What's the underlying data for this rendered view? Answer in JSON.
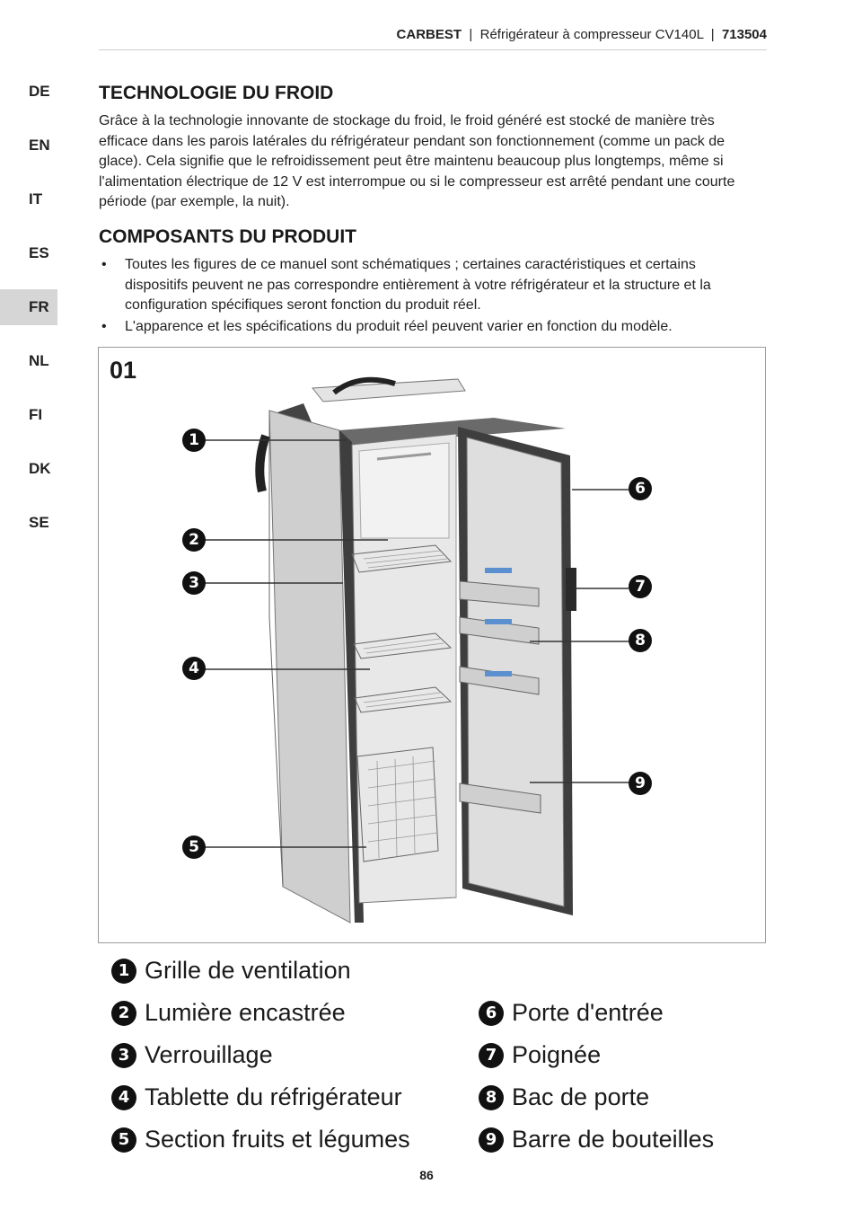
{
  "header": {
    "brand": "CARBEST",
    "title": "Réfrigérateur à compresseur CV140L",
    "code": "713504"
  },
  "languages": [
    "DE",
    "EN",
    "IT",
    "ES",
    "FR",
    "NL",
    "FI",
    "DK",
    "SE"
  ],
  "active_language": "FR",
  "section1": {
    "title": "TECHNOLOGIE DU FROID",
    "lines": [
      "Grâce à la technologie innovante de stockage du froid, le froid généré est stocké de manière très",
      "efficace dans les parois latérales du réfrigérateur pendant son fonctionnement (comme un pack de",
      "glace). Cela signifie que le refroidissement peut être maintenu beaucoup plus longtemps, même si",
      "l'alimentation électrique de 12 V est interrompue ou si le compresseur est arrêté pendant une courte",
      "période (par exemple, la nuit)."
    ]
  },
  "section2": {
    "title": "COMPOSANTS DU PRODUIT",
    "bullet_symbol": "•",
    "bullets": [
      [
        "Toutes les figures de ce manuel sont schématiques ; certaines caractéristiques et certains",
        "dispositifs peuvent ne pas correspondre entièrement à votre réfrigérateur et la structure et la",
        "configuration spécifiques seront fonction du produit réel."
      ],
      [
        "L'apparence et les spécifications du produit réel peuvent varier en fonction du modèle."
      ]
    ]
  },
  "figure": {
    "label": "01",
    "callouts": [
      "1",
      "2",
      "3",
      "4",
      "5",
      "6",
      "7",
      "8",
      "9"
    ]
  },
  "legend": {
    "left": [
      {
        "num": "1",
        "label": "Grille de ventilation"
      },
      {
        "num": "2",
        "label": "Lumière encastrée"
      },
      {
        "num": "3",
        "label": "Verrouillage"
      },
      {
        "num": "4",
        "label": "Tablette du réfrigérateur"
      },
      {
        "num": "5",
        "label": "Section fruits et légumes"
      }
    ],
    "right": [
      {
        "num": "6",
        "label": "Porte d'entrée"
      },
      {
        "num": "7",
        "label": "Poignée"
      },
      {
        "num": "8",
        "label": "Bac de porte"
      },
      {
        "num": "9",
        "label": "Barre de bouteilles"
      }
    ]
  },
  "page_number": "86"
}
